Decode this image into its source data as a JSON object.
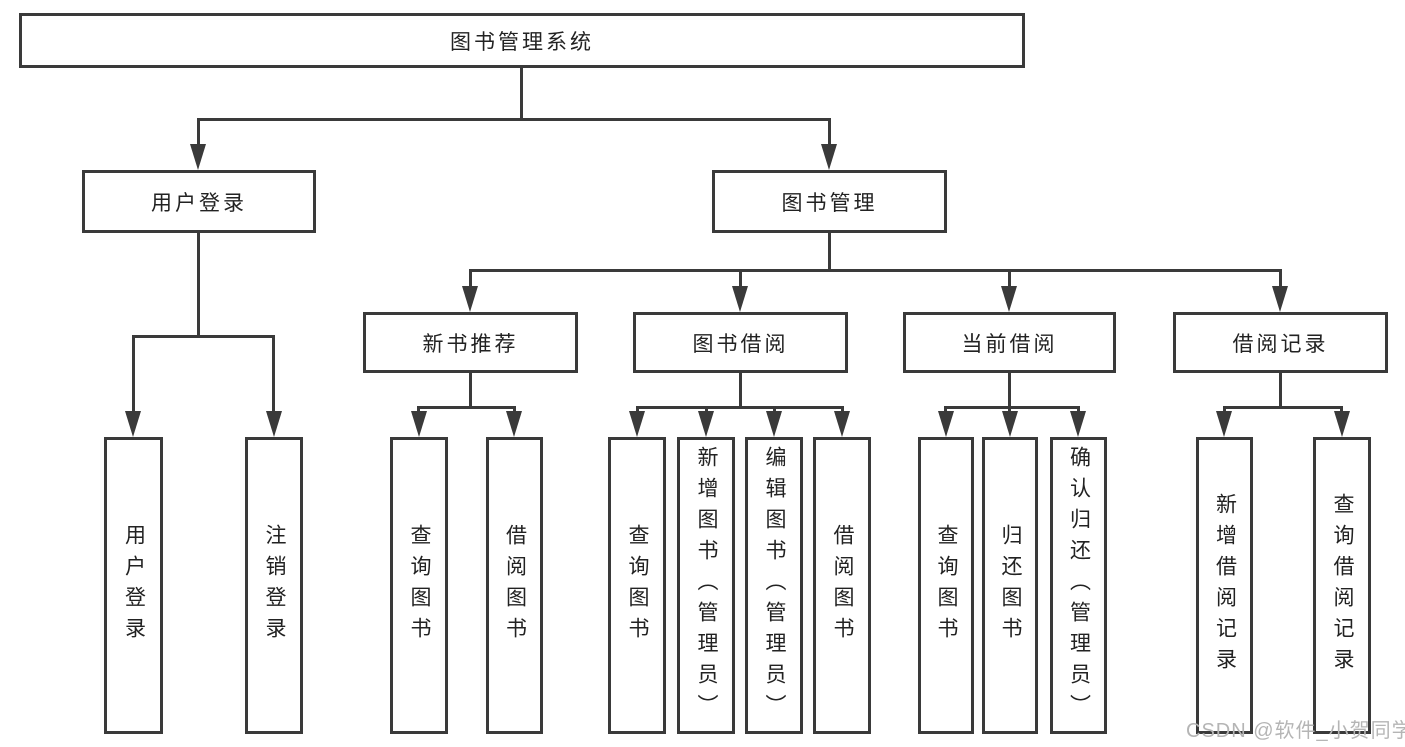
{
  "colors": {
    "line": "#3a3a3a",
    "text": "#222222",
    "watermark": "#b5b5b5",
    "background": "#ffffff"
  },
  "diagram": {
    "root": {
      "label": "图书管理系统"
    },
    "branches": [
      {
        "label": "用户登录",
        "children": [
          {
            "label": "用户登录"
          },
          {
            "label": "注销登录"
          }
        ]
      },
      {
        "label": "图书管理",
        "children": [
          {
            "label": "新书推荐",
            "children": [
              {
                "label": "查询图书"
              },
              {
                "label": "借阅图书"
              }
            ]
          },
          {
            "label": "图书借阅",
            "children": [
              {
                "label": "查询图书"
              },
              {
                "label": "新增图书（管理员）"
              },
              {
                "label": "编辑图书（管理员）"
              },
              {
                "label": "借阅图书"
              }
            ]
          },
          {
            "label": "当前借阅",
            "children": [
              {
                "label": "查询图书"
              },
              {
                "label": "归还图书"
              },
              {
                "label": "确认归还（管理员）"
              }
            ]
          },
          {
            "label": "借阅记录",
            "children": [
              {
                "label": "新增借阅记录"
              },
              {
                "label": "查询借阅记录"
              }
            ]
          }
        ]
      }
    ]
  },
  "watermark": {
    "text": "CSDN @软件_小贺同学"
  }
}
